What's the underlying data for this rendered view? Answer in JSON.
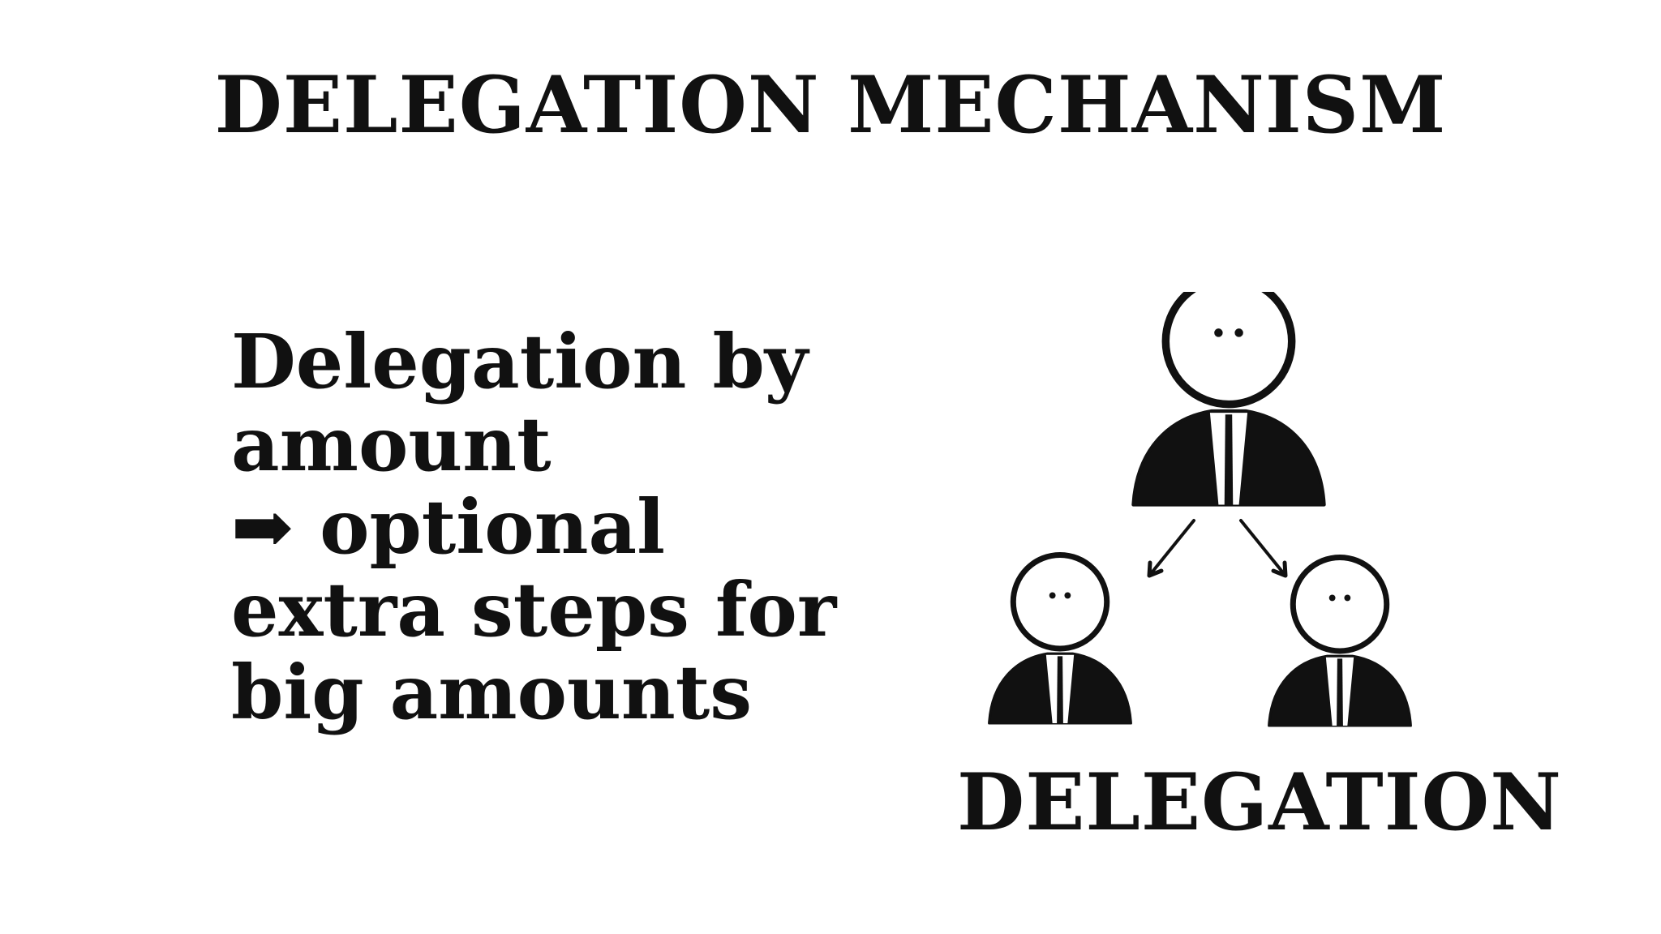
{
  "slide": {
    "title": "DELEGATION MECHANISM",
    "body_lines": [
      "Delegation by",
      "amount",
      "➡ optional",
      "extra steps for",
      "big amounts"
    ]
  },
  "diagram": {
    "label": "DELEGATION",
    "icons": [
      "person-in-suit-icon",
      "arrow-down-left-icon",
      "arrow-down-right-icon"
    ],
    "colors": {
      "ink": "#111111",
      "background": "#ffffff"
    }
  }
}
